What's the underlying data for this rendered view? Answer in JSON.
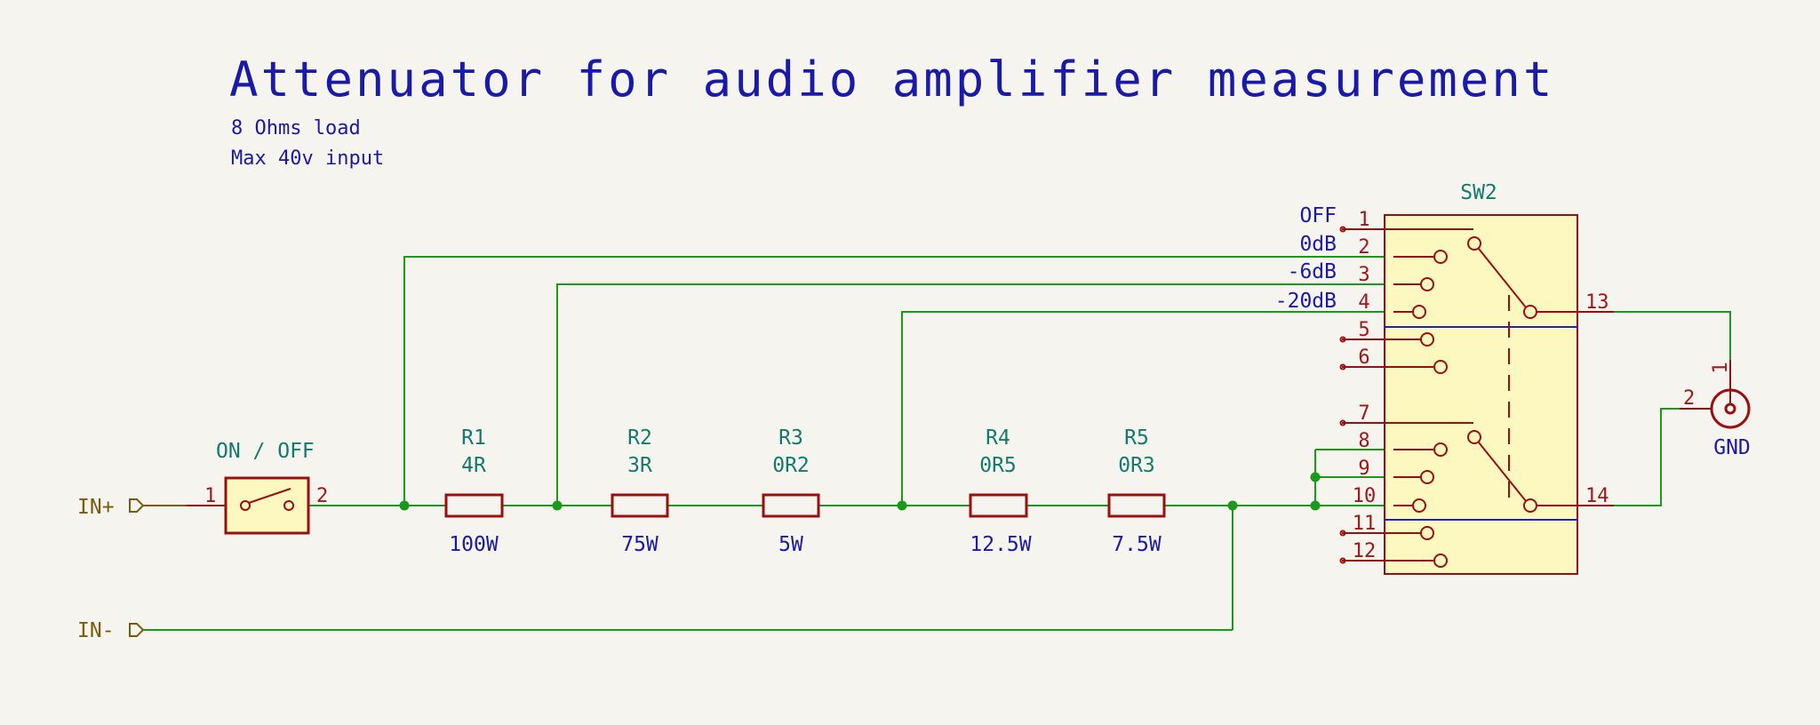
{
  "title": "Attenuator for audio amplifier measurement",
  "notes": [
    "8 Ohms load",
    "Max 40v input"
  ],
  "ports": {
    "in_plus": "IN+",
    "in_minus": "IN-"
  },
  "switch1": {
    "label": "ON / OFF",
    "pin1": "1",
    "pin2": "2"
  },
  "resistors": [
    {
      "ref": "R1",
      "value": "4R",
      "power": "100W"
    },
    {
      "ref": "R2",
      "value": "3R",
      "power": "75W"
    },
    {
      "ref": "R3",
      "value": "0R2",
      "power": "5W"
    },
    {
      "ref": "R4",
      "value": "0R5",
      "power": "12.5W"
    },
    {
      "ref": "R5",
      "value": "0R3",
      "power": "7.5W"
    }
  ],
  "sw2": {
    "ref": "SW2",
    "positions": [
      "OFF",
      "0dB",
      "-6dB",
      "-20dB"
    ],
    "pins_left": [
      "1",
      "2",
      "3",
      "4",
      "5",
      "6",
      "7",
      "8",
      "9",
      "10",
      "11",
      "12"
    ],
    "pin13": "13",
    "pin14": "14"
  },
  "gnd": {
    "label": "GND",
    "pin1": "1",
    "pin2": "2"
  }
}
